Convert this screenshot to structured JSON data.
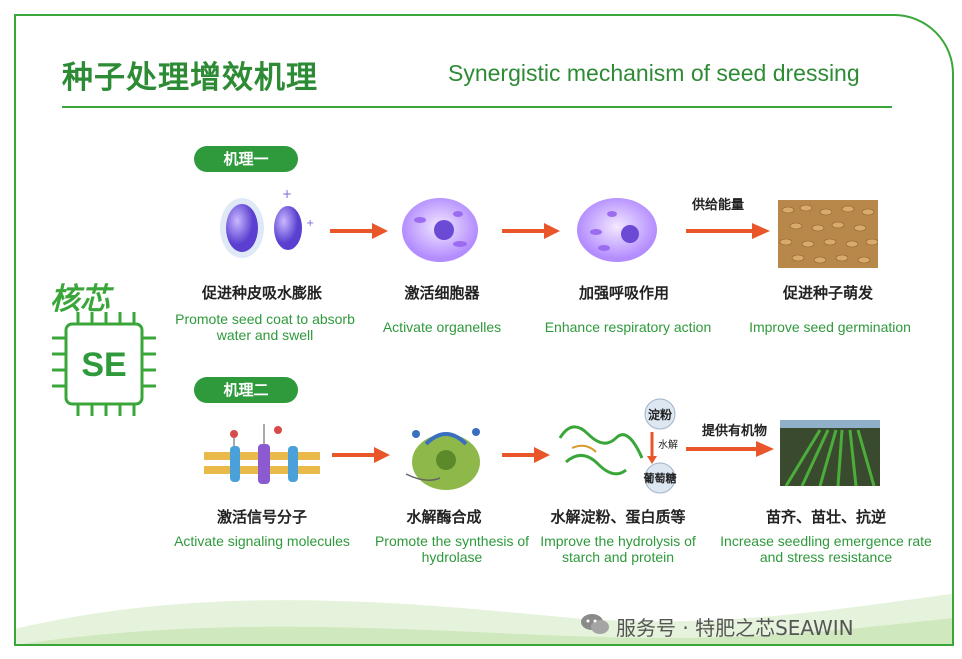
{
  "header": {
    "title_cn": "种子处理增效机理",
    "title_en": "Synergistic mechanism of seed dressing"
  },
  "logo": {
    "brand_cn": "核芯",
    "chip_text": "SE"
  },
  "mechanism1": {
    "label": "机理一",
    "steps": [
      {
        "cn": "促进种皮吸水膨胀",
        "en": "Promote seed coat to absorb water and swell"
      },
      {
        "cn": "激活细胞器",
        "en": "Activate organelles"
      },
      {
        "cn": "加强呼吸作用",
        "en": "Enhance respiratory action"
      },
      {
        "cn": "促进种子萌发",
        "en": "Improve seed germination"
      }
    ],
    "arrow_label": "供给能量"
  },
  "mechanism2": {
    "label": "机理二",
    "steps": [
      {
        "cn": "激活信号分子",
        "en": "Activate signaling molecules"
      },
      {
        "cn": "水解酶合成",
        "en": "Promote the synthesis of hydrolase"
      },
      {
        "cn": "水解淀粉、蛋白质等",
        "en": "Improve the hydrolysis of starch and protein"
      },
      {
        "cn": "苗齐、苗壮、抗逆",
        "en": "Increase seedling emergence rate and stress resistance"
      }
    ],
    "arrow_label": "提供有机物",
    "bubble_top": "淀粉",
    "bubble_mid": "水解",
    "bubble_bottom": "葡萄糖"
  },
  "footer": {
    "text": "服务号 · 特肥之芯SEAWIN"
  },
  "colors": {
    "green": "#2e9a3b",
    "arrow": "#e8562a",
    "pill": "#2e9a3b"
  }
}
